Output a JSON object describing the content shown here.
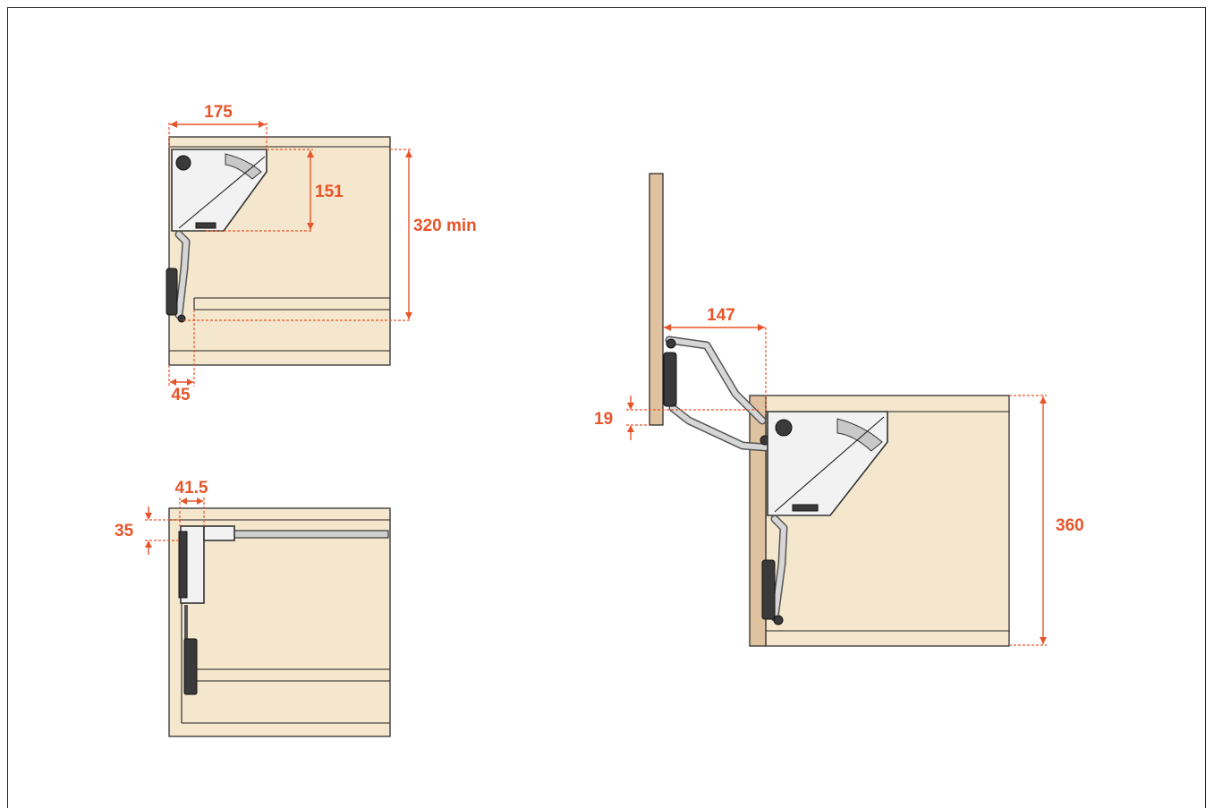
{
  "dimensions": {
    "top_view": {
      "width": "175",
      "height": "151",
      "cabinet_height": "320 min",
      "offset": "45"
    },
    "bottom_view": {
      "width": "41.5",
      "height": "35"
    },
    "open_view": {
      "reach": "147",
      "door_thickness": "19",
      "cabinet_height": "360"
    }
  },
  "colors": {
    "dimension": "#e8542a",
    "cabinet": "#f4e7cd",
    "door": "#dfc2a0",
    "mechanism": "#f2f2f2"
  }
}
